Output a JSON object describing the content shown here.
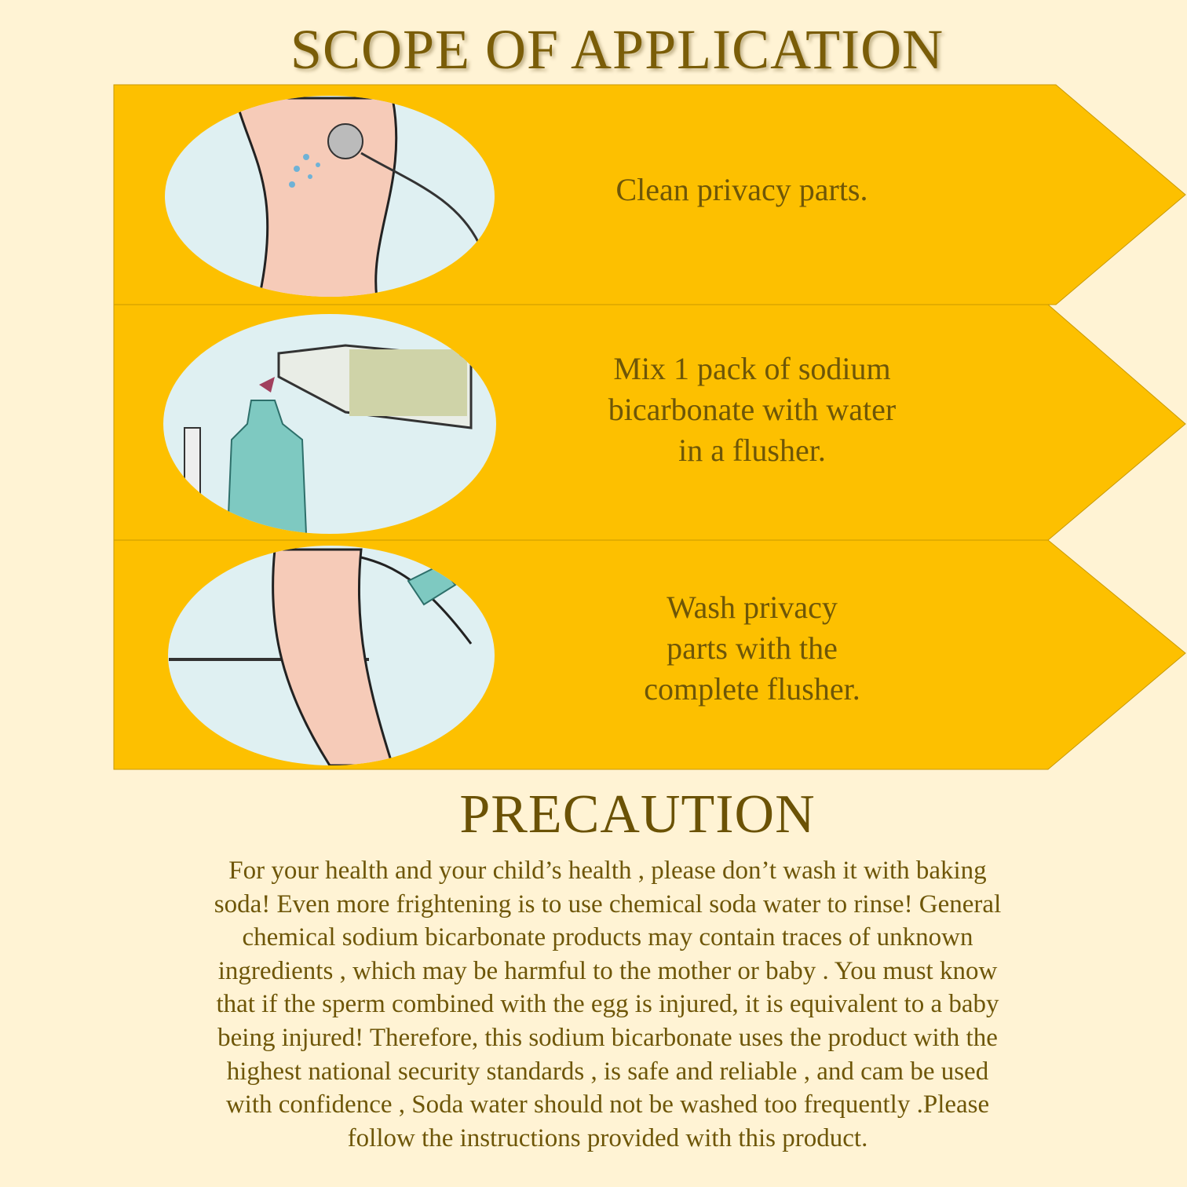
{
  "title": "SCOPE OF APPLICATION",
  "colors": {
    "background": "#fff3d4",
    "banner": "#fdc000",
    "text": "#7a5d08",
    "bubble": "#dff0f2"
  },
  "steps": [
    {
      "text_lines": [
        "Clean privacy parts."
      ],
      "illustration": "shower-illustration"
    },
    {
      "text_lines": [
        "Mix 1 pack of sodium",
        "bicarbonate with water",
        "in a flusher."
      ],
      "illustration": "mixing-bottle-illustration"
    },
    {
      "text_lines": [
        "Wash privacy",
        "parts with the",
        "complete flusher."
      ],
      "illustration": "flusher-wash-illustration"
    }
  ],
  "precaution": {
    "title": "PRECAUTION",
    "lines": [
      "For your health and your child’s health , please don’t wash it with baking",
      "soda! Even more frightening is to use chemical soda water to rinse! General",
      "chemical sodium bicarbonate products may contain traces of unknown",
      "ingredients , which  may be harmful to the mother or baby . You must know",
      "that if the sperm combined with the egg is injured, it is equivalent to a baby",
      "being injured! Therefore, this sodium bicarbonate uses the product with the",
      "highest national security standards , is safe and reliable , and cam be used",
      "with confidence , Soda water should not be washed too frequently .Please",
      "follow the instructions provided with this product."
    ]
  }
}
